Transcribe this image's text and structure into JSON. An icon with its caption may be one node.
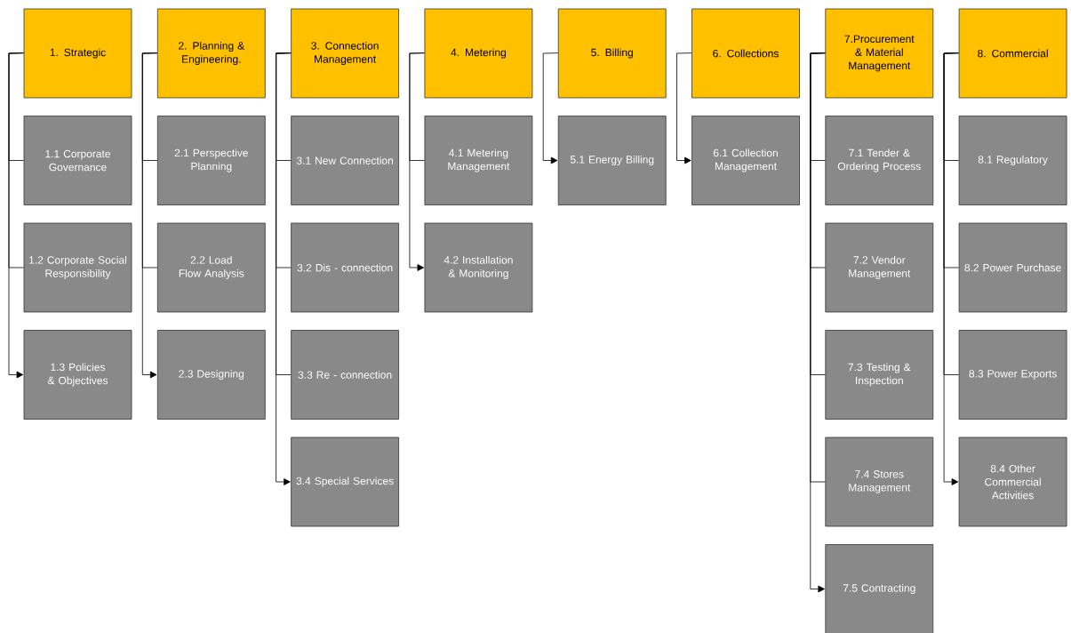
{
  "diagram": {
    "nodes": [
      {
        "text": [
          "1. Strategic"
        ]
      },
      {
        "text": [
          "1.1 Corporate Governance"
        ]
      },
      {
        "text": [
          "1.2 Corporate Social Responsibility"
        ]
      },
      {
        "text": [
          "1.3 Policies & Objectives"
        ]
      },
      {
        "text": [
          "2. Planning & Engineering."
        ]
      },
      {
        "text": [
          "2.1 Perspective Planning"
        ]
      },
      {
        "text": [
          "2.2 Load Flow Analysis"
        ]
      },
      {
        "text": [
          "2.3 Designing"
        ]
      },
      {
        "text": [
          "3. Connection Management"
        ]
      },
      {
        "text": [
          "3.1 New Connection"
        ]
      },
      {
        "text": [
          "3.2 Dis - connection"
        ]
      },
      {
        "text": [
          "3.3 Re - connection"
        ]
      },
      {
        "text": [
          "3.4 Special Services"
        ]
      },
      {
        "text": [
          "4. Metering"
        ]
      },
      {
        "text": [
          "4.1 Metering Management"
        ]
      },
      {
        "text": [
          "4.2 Installation & Monitoring"
        ]
      },
      {
        "text": [
          "5. Billing"
        ]
      },
      {
        "text": [
          "5.1 Energy Billing"
        ]
      },
      {
        "text": [
          "6. Collections"
        ]
      },
      {
        "text": [
          "6.1 Collection Management"
        ]
      },
      {
        "text": [
          "7.Procurement & Material Management"
        ]
      },
      {
        "text": [
          "7.1 Tender & Ordering Process"
        ]
      },
      {
        "text": [
          "7.2 Vendor Management"
        ]
      },
      {
        "text": [
          "7.3 Testing & Inspection"
        ]
      },
      {
        "text": [
          "7.4 Stores Management"
        ]
      },
      {
        "text": [
          "7.5 Contracting"
        ]
      },
      {
        "text": [
          "8. Commercial"
        ]
      },
      {
        "text": [
          "8.1 Regulatory"
        ]
      },
      {
        "text": [
          "8.2 Power Purchase"
        ]
      },
      {
        "text": [
          "8.3 Power Exports"
        ]
      },
      {
        "text": [
          "8.4 Other Commercial Activities"
        ]
      }
    ],
    "edges": [
      {
        "from": 0,
        "to": 1,
        "arrow": "none"
      },
      {
        "from": 0,
        "to": 2,
        "arrow": "none"
      },
      {
        "from": 0,
        "to": 3,
        "arrow": "to"
      },
      {
        "from": 4,
        "to": 5,
        "arrow": "none"
      },
      {
        "from": 4,
        "to": 6,
        "arrow": "none"
      },
      {
        "from": 4,
        "to": 7,
        "arrow": "to"
      },
      {
        "from": 8,
        "to": 9,
        "arrow": "none"
      },
      {
        "from": 8,
        "to": 10,
        "arrow": "none"
      },
      {
        "from": 8,
        "to": 11,
        "arrow": "none"
      },
      {
        "from": 8,
        "to": 12,
        "arrow": "to"
      },
      {
        "from": 13,
        "to": 14,
        "arrow": "none"
      },
      {
        "from": 13,
        "to": 15,
        "arrow": "to"
      },
      {
        "from": 16,
        "to": 17,
        "arrow": "to"
      },
      {
        "from": 18,
        "to": 19,
        "arrow": "to"
      },
      {
        "from": 20,
        "to": 21,
        "arrow": "none"
      },
      {
        "from": 20,
        "to": 22,
        "arrow": "none"
      },
      {
        "from": 20,
        "to": 23,
        "arrow": "none"
      },
      {
        "from": 20,
        "to": 24,
        "arrow": "none"
      },
      {
        "from": 20,
        "to": 25,
        "arrow": "to"
      },
      {
        "from": 26,
        "to": 27,
        "arrow": "none"
      },
      {
        "from": 26,
        "to": 28,
        "arrow": "none"
      },
      {
        "from": 26,
        "to": 29,
        "arrow": "none"
      },
      {
        "from": 26,
        "to": 30,
        "arrow": "to"
      }
    ]
  }
}
